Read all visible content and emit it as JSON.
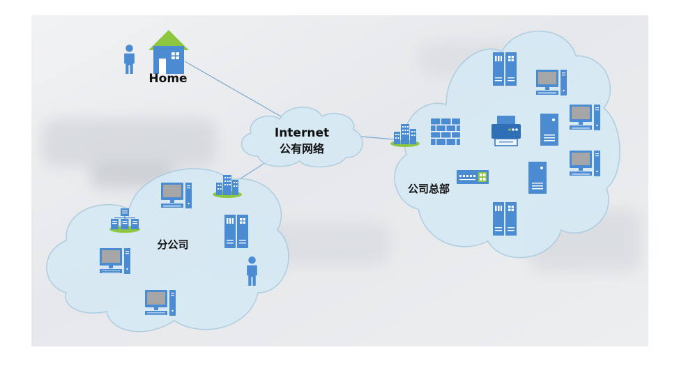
{
  "diagram": {
    "home": {
      "label": "Home"
    },
    "internet": {
      "line1": "Internet",
      "line2": "公有网络"
    },
    "branch_office": {
      "label": "分公司"
    },
    "headquarters": {
      "label": "公司总部"
    }
  },
  "icons": {
    "home": [
      "person-icon",
      "house-icon"
    ],
    "internet": [
      "cloud-icon"
    ],
    "headquarters": [
      "building-icon",
      "firewall-icon",
      "rack-server-icon",
      "monitor-icon",
      "printer-icon",
      "tower-server-icon",
      "monitor-icon",
      "monitor-icon",
      "switch-icon",
      "tower-server-icon",
      "rack-server-icon"
    ],
    "branch_office": [
      "building-icon",
      "monitor-icon",
      "server-cluster-icon",
      "rack-server-icon",
      "person-icon",
      "monitor-icon",
      "monitor-icon"
    ]
  },
  "colors": {
    "icon_blue": "#4a8bd1",
    "accent_green": "#8dc63f",
    "cloud_fill": "#d6e9f4",
    "cloud_stroke": "#a9cbe0",
    "link_line": "#7aa8cf",
    "screen_gray": "#a6a6a6"
  }
}
